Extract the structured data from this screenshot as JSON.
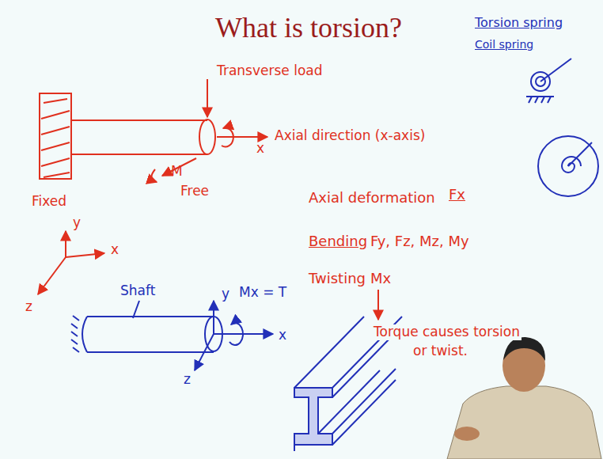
{
  "diagram": {
    "title": "What is torsion?",
    "labels": [
      "Transverse load",
      "Axial direction (x-axis)",
      "x",
      "M",
      "Free",
      "Fixed",
      "y",
      "x",
      "z",
      "Torsion spring",
      "Coil spring",
      "Axial deformation",
      "Fx",
      "Bending",
      "Fy, Fz, Mz, My",
      "Twisting",
      "Mx",
      "Torque causes torsion",
      "or twist.",
      "Shaft",
      "y",
      "Mx = T",
      "x",
      "z"
    ]
  }
}
